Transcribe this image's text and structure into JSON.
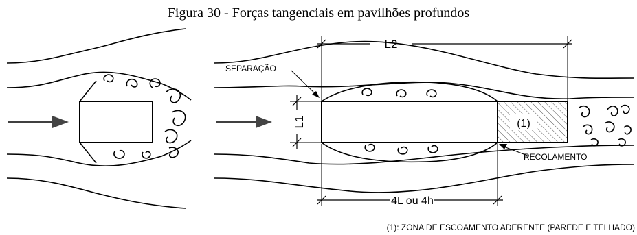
{
  "title": "Figura 30 - Forças tangenciais em pavilhões profundos",
  "labels": {
    "l2": "L2",
    "l1": "L1",
    "separacao": "SEPARAÇÃO",
    "recolamento": "RECOLAMENTO",
    "zone_marker": "(1)",
    "length_4l": "4L ou 4h"
  },
  "footnote": "(1): ZONA DE ESCOAMENTO ADERENTE (PAREDE E TELHADO)"
}
